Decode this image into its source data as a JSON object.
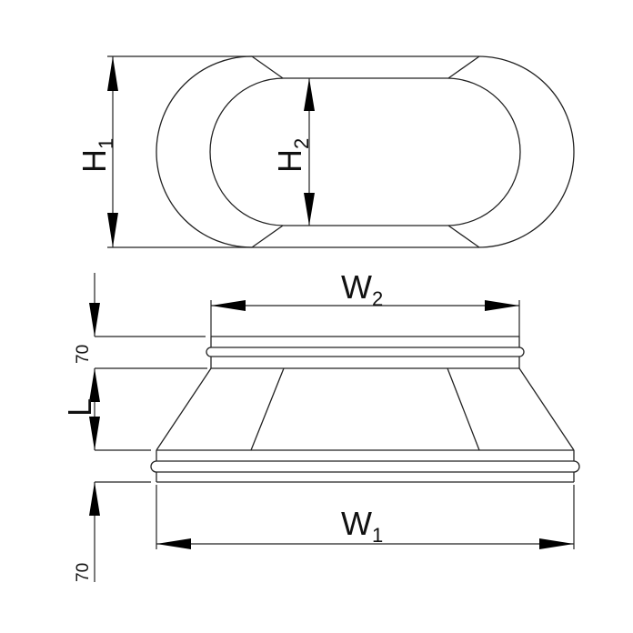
{
  "labels": {
    "H1": {
      "main": "H",
      "sub": "1"
    },
    "H2": {
      "main": "H",
      "sub": "2"
    },
    "W1": {
      "main": "W",
      "sub": "1"
    },
    "W2": {
      "main": "W",
      "sub": "2"
    },
    "collar_top": "70",
    "collar_bottom": "70",
    "length": "L"
  },
  "colors": {
    "line": "#222222",
    "background": "#ffffff"
  }
}
